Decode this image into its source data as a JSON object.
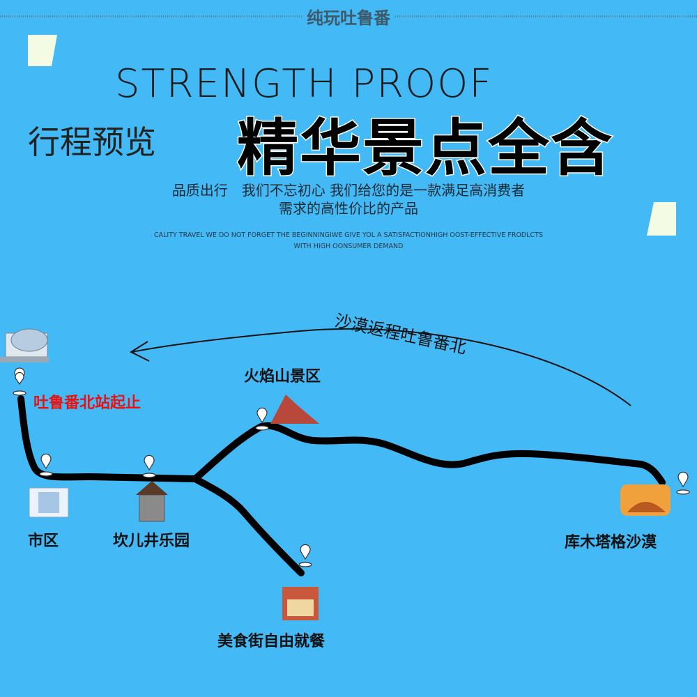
{
  "header": {
    "brand": "纯玩吐鲁番"
  },
  "hero": {
    "title_en": "STRENGTH PROOF",
    "preview": "行程预览",
    "title_cn": "精华景点全含",
    "subtitle_cn_1": "品质出行　我们不忘初心 我们给您的是一款满足高消费者",
    "subtitle_cn_2": "需求的高性价比的产品",
    "subtitle_en_1": "CALITY TRAVEL WE DO NOT FORGET THE BEGINNINGIWE GIVE YOL A SATISFACTIONHIGH OOST-EFFECTIVE FRODLCTS",
    "subtitle_en_2": "WITH HIGH OONSUMER DEMAND"
  },
  "map": {
    "return_label": "沙漠返程吐鲁番北",
    "stops": {
      "start": "吐鲁番北站起止",
      "city": "市区",
      "karez": "坎儿井乐园",
      "flaming": "火焰山景区",
      "food": "美食街自由就餐",
      "desert": "库木塔格沙漠"
    }
  },
  "colors": {
    "background": "#43b9f6",
    "route": "#000000",
    "start_label": "#e81212"
  }
}
